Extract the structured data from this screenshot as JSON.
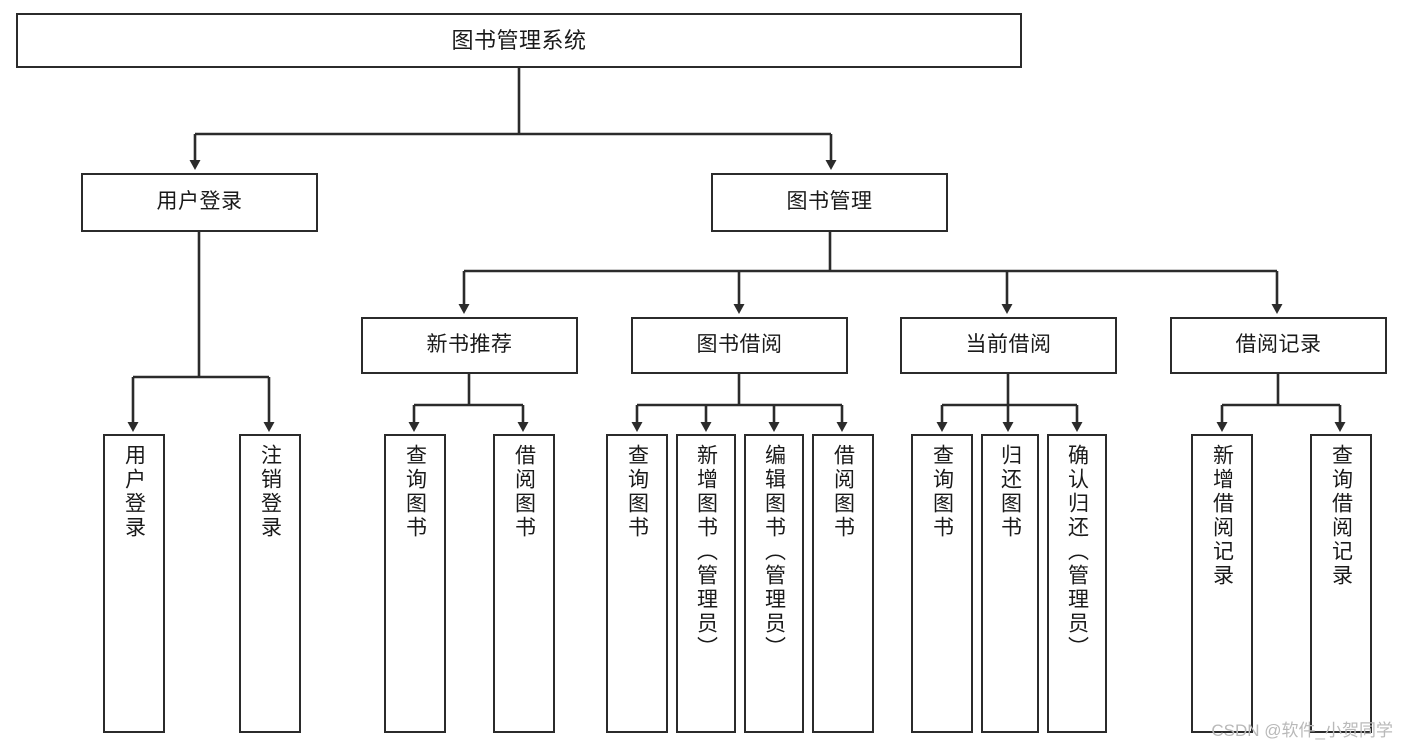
{
  "diagram": {
    "title": "图书管理系统",
    "type": "tree-hierarchy-diagram",
    "colors": {
      "box_border": "#2b2b2b",
      "box_fill": "#ffffff",
      "connector": "#2b2b2b",
      "background": "#ffffff",
      "watermark": "#b9b9b9"
    },
    "levels": {
      "root": {
        "label": "图书管理系统"
      },
      "level2": [
        {
          "label": "用户登录"
        },
        {
          "label": "图书管理"
        }
      ],
      "level3": [
        {
          "label": "新书推荐"
        },
        {
          "label": "图书借阅"
        },
        {
          "label": "当前借阅"
        },
        {
          "label": "借阅记录"
        }
      ],
      "leaves": [
        {
          "label": "用户登录",
          "parent": "用户登录"
        },
        {
          "label": "注销登录",
          "parent": "用户登录"
        },
        {
          "label": "查询图书",
          "parent": "新书推荐"
        },
        {
          "label": "借阅图书",
          "parent": "新书推荐"
        },
        {
          "label": "查询图书",
          "parent": "图书借阅"
        },
        {
          "label": "新增图书（管理员）",
          "parent": "图书借阅"
        },
        {
          "label": "编辑图书（管理员）",
          "parent": "图书借阅"
        },
        {
          "label": "借阅图书",
          "parent": "图书借阅"
        },
        {
          "label": "查询图书",
          "parent": "当前借阅"
        },
        {
          "label": "归还图书",
          "parent": "当前借阅"
        },
        {
          "label": "确认归还（管理员）",
          "parent": "当前借阅"
        },
        {
          "label": "新增借阅记录",
          "parent": "借阅记录"
        },
        {
          "label": "查询借阅记录",
          "parent": "借阅记录"
        }
      ]
    }
  },
  "watermark": {
    "text": "CSDN @软件_小贺同学"
  }
}
